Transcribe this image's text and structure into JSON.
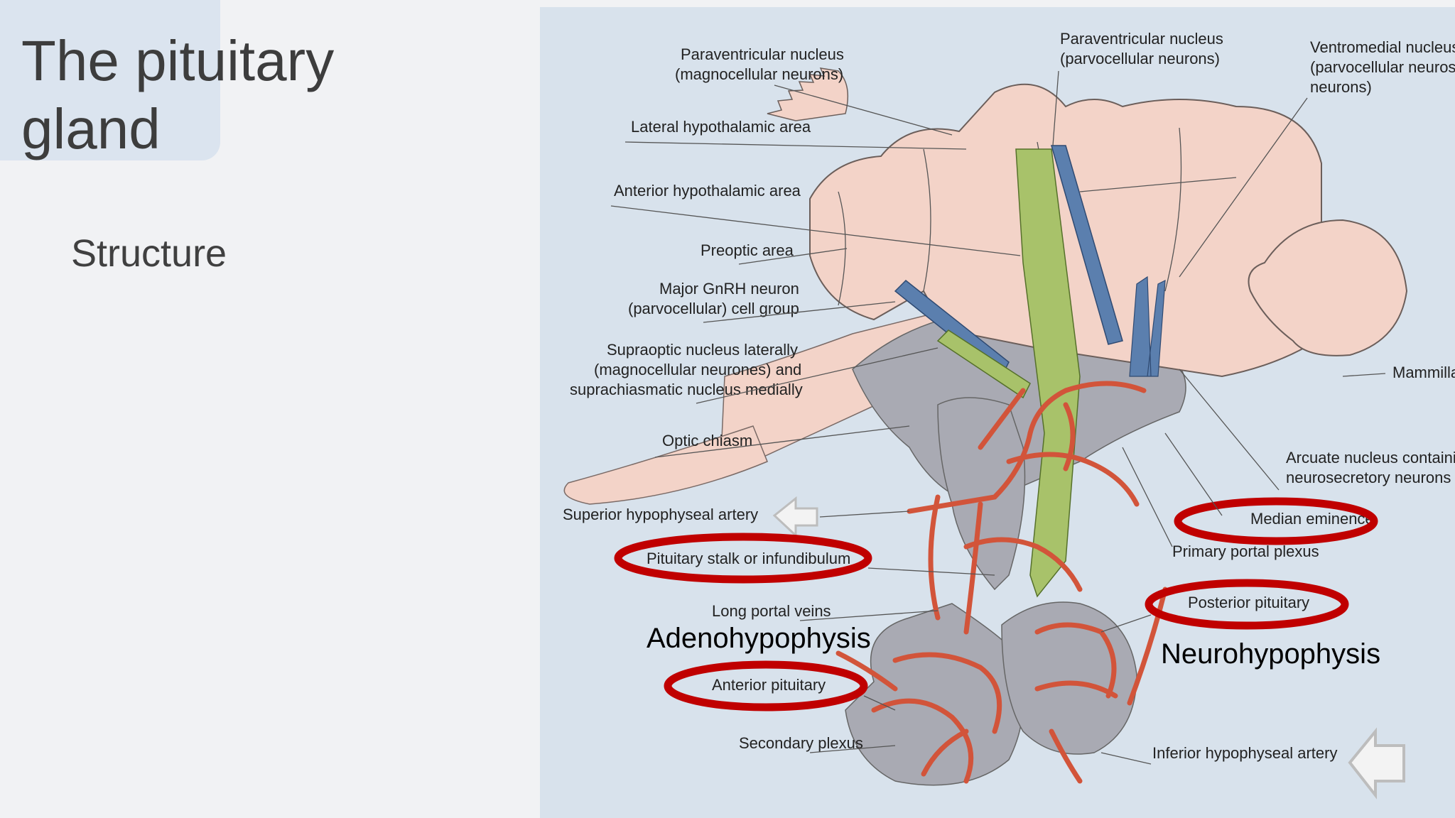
{
  "slide": {
    "title": "The pituitary gland",
    "subtitle": "Structure"
  },
  "diagram": {
    "labels": {
      "paraventricular_magno_1": "Paraventricular nucleus",
      "paraventricular_magno_2": "(magnocellular neurons)",
      "paraventricular_parvo_1": "Paraventricular nucleus",
      "paraventricular_parvo_2": "(parvocellular neurons)",
      "ventromedial_1": "Ventromedial nucleus",
      "ventromedial_2": "(parvocellular neurose",
      "ventromedial_3": "neurons)",
      "lateral_hypothalamic": "Lateral hypothalamic area",
      "anterior_hypothalamic": "Anterior hypothalamic area",
      "preoptic": "Preoptic area",
      "gnrh_1": "Major GnRH neuron",
      "gnrh_2": "(parvocellular) cell group",
      "supraoptic_1": "Supraoptic nucleus laterally",
      "supraoptic_2": "(magnocellular neurones) and",
      "supraoptic_3": "suprachiasmatic nucleus medially",
      "mammillary": "Mammillar",
      "optic_chiasm": "Optic chiasm",
      "arcuate_1": "Arcuate nucleus containing",
      "arcuate_2": "neurosecretory neurons",
      "superior_hypophyseal": "Superior hypophyseal artery",
      "median_eminence": "Median eminence",
      "pituitary_stalk": "Pituitary stalk or infundibulum",
      "primary_portal": "Primary portal plexus",
      "posterior_pituitary": "Posterior pituitary",
      "long_portal": "Long portal veins",
      "adenohypophysis": "Adenohypophysis",
      "neurohypophysis": "Neurohypophysis",
      "anterior_pituitary": "Anterior pituitary",
      "secondary_plexus": "Secondary plexus",
      "inferior_hypophyseal": "Inferior hypophyseal artery"
    },
    "colors": {
      "brain": "#f3d3c8",
      "stalk": "#a9aab3",
      "vessel": "#d2543a",
      "axon_green": "#a8c26a",
      "axon_blue": "#5b7fae",
      "highlight": "#c00000",
      "background": "#d8e2ec"
    }
  }
}
